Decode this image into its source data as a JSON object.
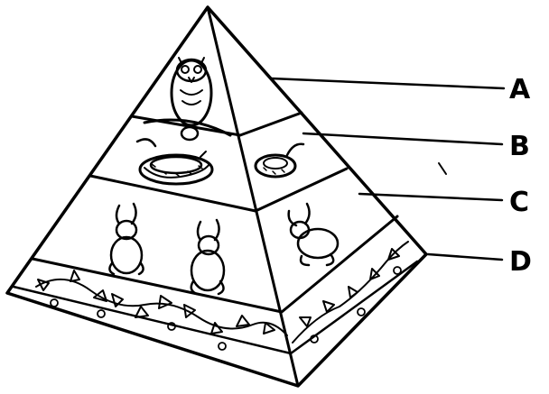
{
  "labels": {
    "a": "A",
    "b": "B",
    "c": "C",
    "d": "D"
  },
  "colors": {
    "ink": "#000000",
    "paper": "#ffffff"
  },
  "organisms": {
    "top_level": "owl-icon",
    "second_level": "snake-icon",
    "third_level": "rabbit-icon",
    "base_level": "plant-icon"
  }
}
